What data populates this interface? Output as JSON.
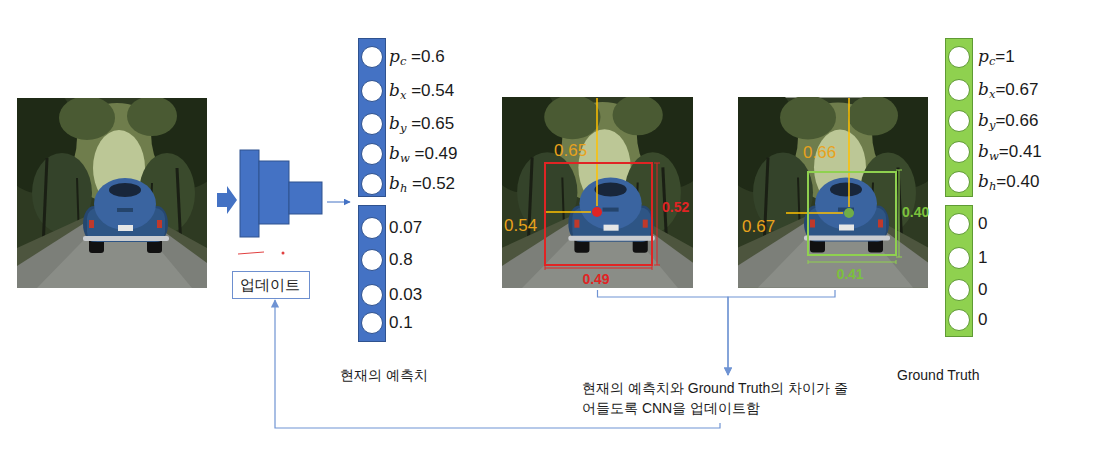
{
  "diagram": {
    "nodes": [
      {
        "text": [
          "pc =0.6",
          "bx =0.54",
          "by =0.65",
          "bw =0.49",
          "bh =0.52",
          "0.07",
          "0.8",
          "0.03",
          "0.1"
        ]
      },
      {
        "text": [
          "업데이트"
        ]
      },
      {
        "text": [
          "0.65",
          "0.54",
          "0.52",
          "0.49"
        ]
      },
      {
        "text": [
          "0.66",
          "0.67",
          "0.40",
          "0.41"
        ]
      },
      {
        "text": [
          "pc=1",
          "bx=0.67",
          "by=0.66",
          "bw=0.41",
          "bh=0.40",
          "0",
          "1",
          "0",
          "0"
        ]
      },
      {
        "text": [
          "현재의 예측치와 Ground Truth의 차이가 줄어들도록 CNN을 업데이트함"
        ]
      }
    ],
    "edges": [
      {
        "from": 2,
        "to": 5,
        "arrow": "to"
      },
      {
        "from": 3,
        "to": 5,
        "arrow": "to"
      },
      {
        "from": 5,
        "to": 1,
        "arrow": "to"
      }
    ],
    "labels": [
      "현재의 예측치",
      "Ground Truth"
    ]
  }
}
